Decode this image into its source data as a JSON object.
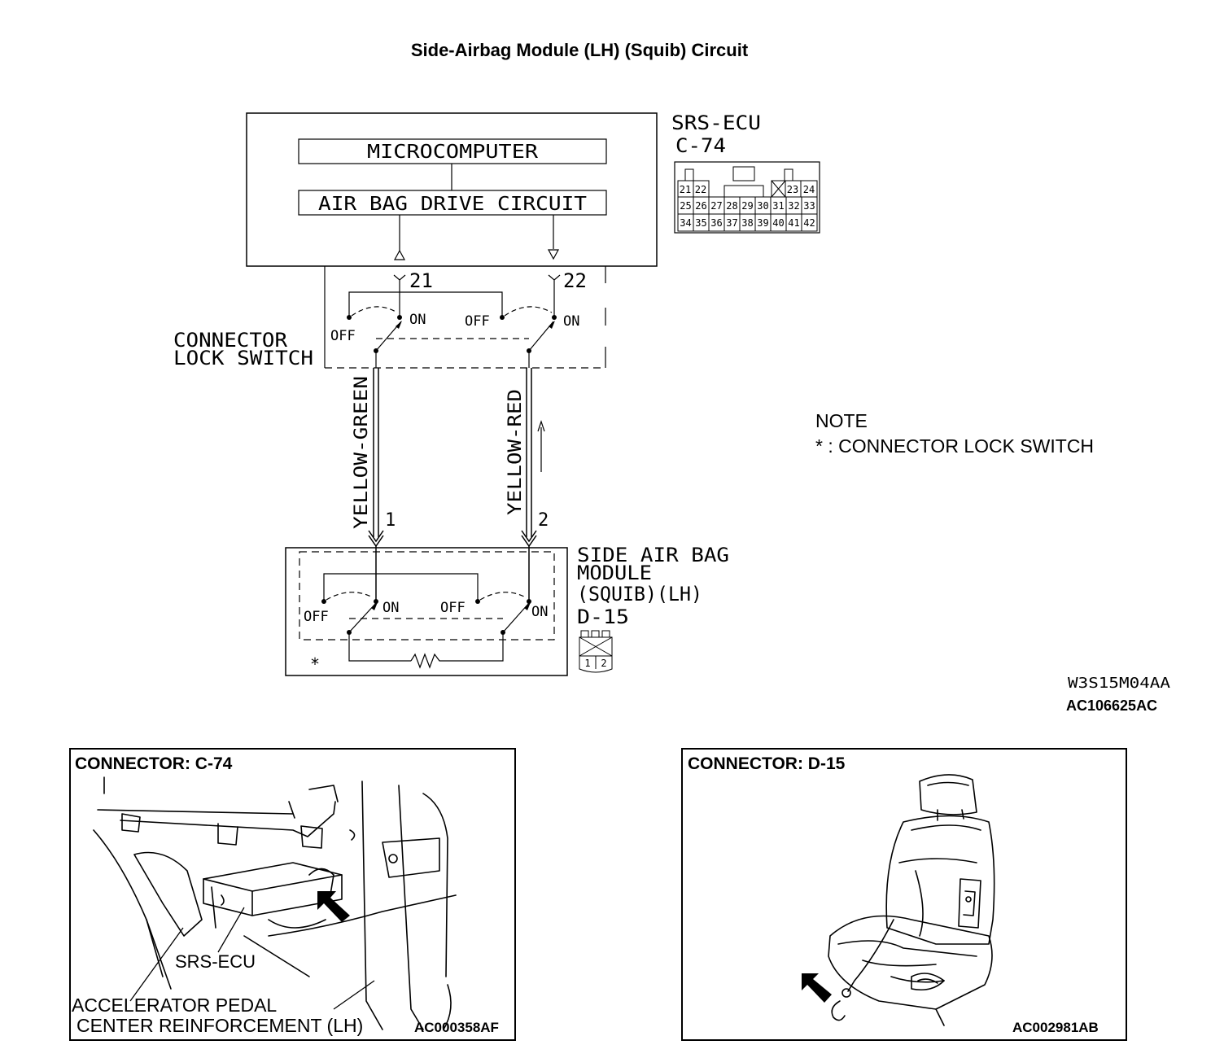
{
  "title": "Side-Airbag Module (LH) (Squib) Circuit",
  "ecu": {
    "name": "SRS-ECU",
    "connector": "C-74",
    "microcomputer": "MICROCOMPUTER",
    "drive_circuit": "AIR BAG DRIVE CIRCUIT",
    "terminal_a": "21",
    "terminal_b": "22",
    "pins": {
      "row1": [
        "21",
        "22",
        "23",
        "24"
      ],
      "row2": [
        "25",
        "26",
        "27",
        "28",
        "29",
        "30",
        "31",
        "32",
        "33"
      ],
      "row3": [
        "34",
        "35",
        "36",
        "37",
        "38",
        "39",
        "40",
        "41",
        "42"
      ]
    }
  },
  "lock_switch": {
    "label_line1": "CONNECTOR",
    "label_line2": "LOCK SWITCH",
    "off": "OFF",
    "on": "ON"
  },
  "wires": {
    "left": {
      "color": "YELLOW-GREEN",
      "pin": "1"
    },
    "right": {
      "color": "YELLOW-RED",
      "pin": "2"
    }
  },
  "module": {
    "line1": "SIDE AIR BAG",
    "line2": "MODULE",
    "line3": "(SQUIB)(LH)",
    "connector": "D-15",
    "pin1": "1",
    "pin2": "2",
    "asterisk": "*"
  },
  "note": {
    "heading": "NOTE",
    "text": "* : CONNECTOR LOCK SWITCH"
  },
  "codes": {
    "drawing": "W3S15M04AA",
    "figure": "AC106625AC"
  },
  "panel_c74": {
    "title": "CONNECTOR: C-74",
    "label_ecu": "SRS-ECU",
    "label_line1": "ACCELERATOR PEDAL",
    "label_line2": "CENTER REINFORCEMENT (LH)",
    "code": "AC000358AF"
  },
  "panel_d15": {
    "title": "CONNECTOR: D-15",
    "code": "AC002981AB"
  }
}
